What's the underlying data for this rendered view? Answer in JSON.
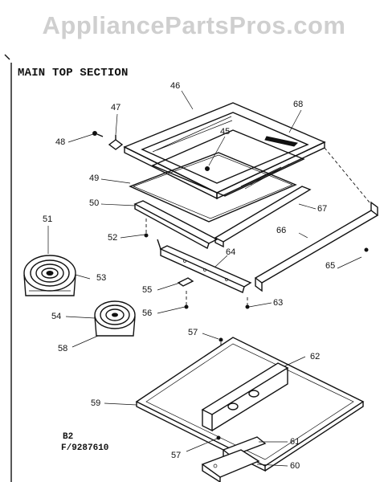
{
  "watermark": "AppliancePartsPros.com",
  "section_title": "MAIN TOP SECTION",
  "footer": {
    "code": "B2",
    "model": "F/9287610"
  },
  "callouts": {
    "c45": "45",
    "c46": "46",
    "c47": "47",
    "c48": "48",
    "c49": "49",
    "c50": "50",
    "c51": "51",
    "c52": "52",
    "c53": "53",
    "c54": "54",
    "c55": "55",
    "c56": "56",
    "c57a": "57",
    "c57b": "57",
    "c58": "58",
    "c59": "59",
    "c60": "60",
    "c61": "61",
    "c62": "62",
    "c63": "63",
    "c64": "64",
    "c65": "65",
    "c66": "66",
    "c67": "67",
    "c68": "68"
  }
}
